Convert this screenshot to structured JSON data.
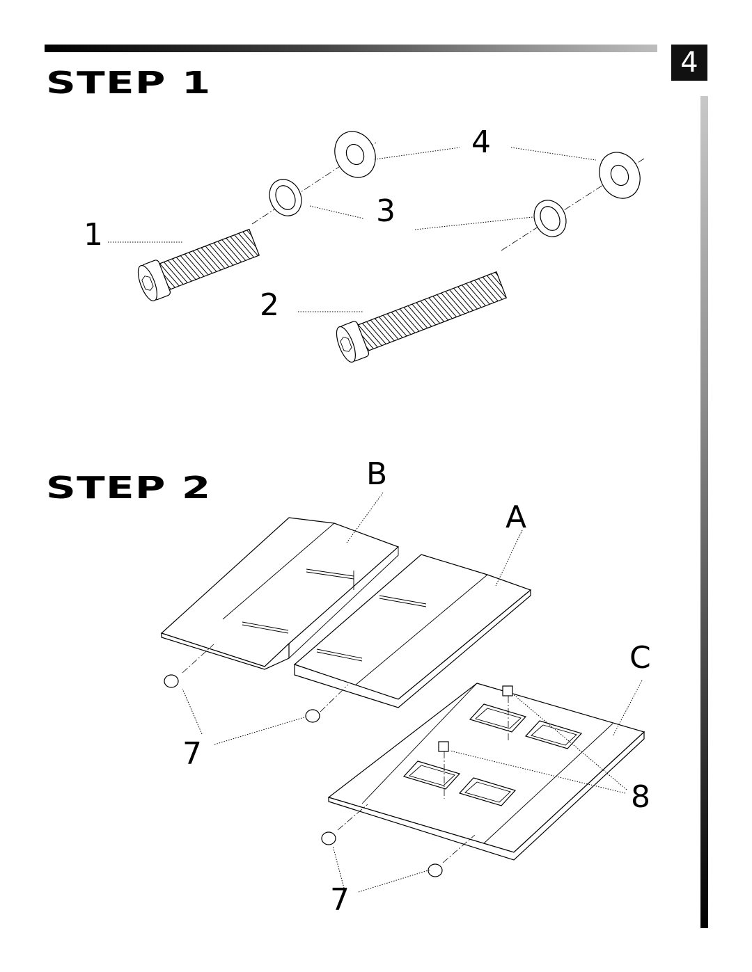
{
  "page_number": "4",
  "step1": {
    "title": "STEP 1",
    "callouts": {
      "bolt_short": "1",
      "bolt_long": "2",
      "lock_washer": "3",
      "flat_washer": "4"
    }
  },
  "step2": {
    "title": "STEP 2",
    "callouts": {
      "panel_b": "B",
      "panel_a": "A",
      "panel_c": "C",
      "fastener_top": "7",
      "fastener_bottom": "7",
      "clip": "8"
    }
  }
}
